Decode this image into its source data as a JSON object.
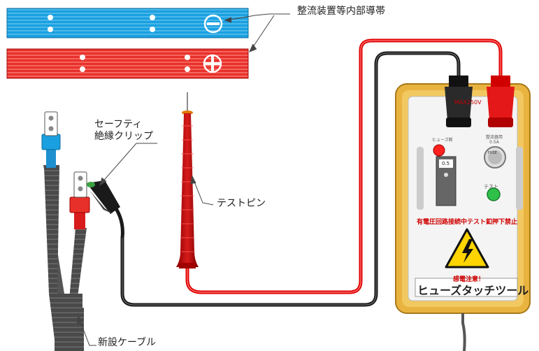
{
  "labels": {
    "busbar": "整流装置等内部導帯",
    "clip_line1": "セーフティ",
    "clip_line2": "絶縁クリップ",
    "test_pin": "テストピン",
    "new_cable": "新設ケーブル"
  },
  "device": {
    "name": "ヒューズタッチツール",
    "max_rating": "MAX250V",
    "fuse_label": "ヒューズ断",
    "fuse_spec": "整流器用 0.5A",
    "fuse_cap": "FUSE",
    "fuse_value": "0.5",
    "test_label": "テスト",
    "warning": "有電圧回路接続中テスト釦押下禁止",
    "caution": "感電注意！"
  },
  "colors": {
    "busbar_negative": "#1aa0e0",
    "busbar_positive": "#e8302a",
    "device_frame": "#e9b340",
    "lead_red": "#e00000",
    "lead_black": "#1a1a1a",
    "test_button": "#2fc04a"
  },
  "icons": [
    "minus-terminal-icon",
    "plus-terminal-icon",
    "high-voltage-warning-icon"
  ]
}
